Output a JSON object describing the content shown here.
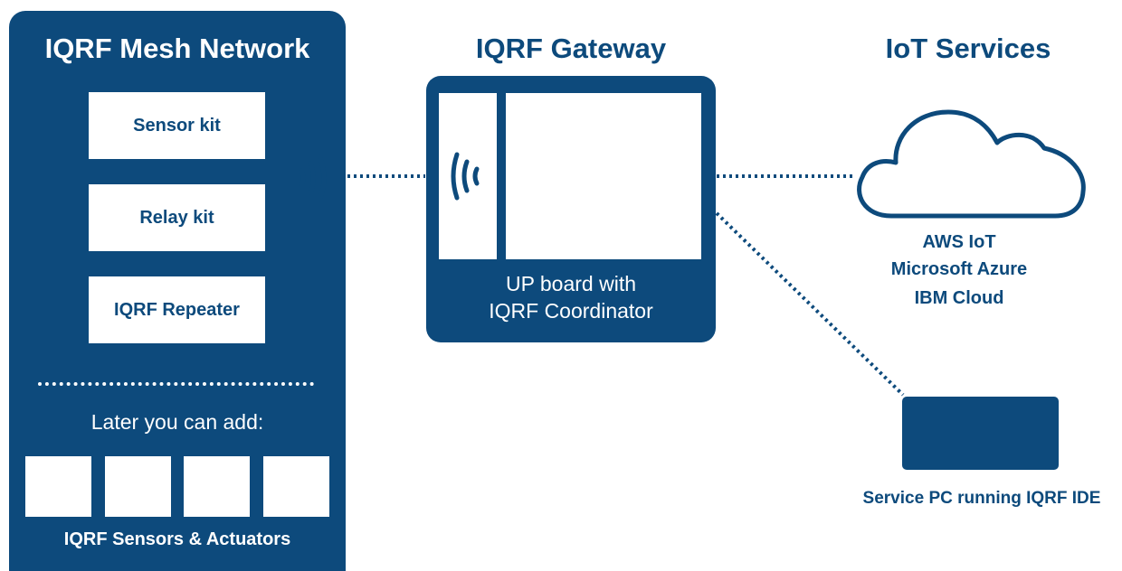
{
  "mesh_network": {
    "title": "IQRF Mesh Network",
    "kits": [
      "Sensor kit",
      "Relay kit",
      "IQRF Repeater"
    ],
    "later_text": "Later you can add:",
    "sensors_caption": "IQRF Sensors & Actuators"
  },
  "gateway": {
    "title": "IQRF Gateway",
    "label_line1": "UP board with",
    "label_line2": "IQRF Coordinator"
  },
  "iot_services": {
    "title": "IoT Services",
    "providers": [
      "AWS IoT",
      "Microsoft Azure",
      "IBM Cloud"
    ]
  },
  "service_pc": {
    "label": "Service PC running IQRF IDE"
  },
  "colors": {
    "brand_blue": "#0d4a7c",
    "white": "#ffffff"
  }
}
